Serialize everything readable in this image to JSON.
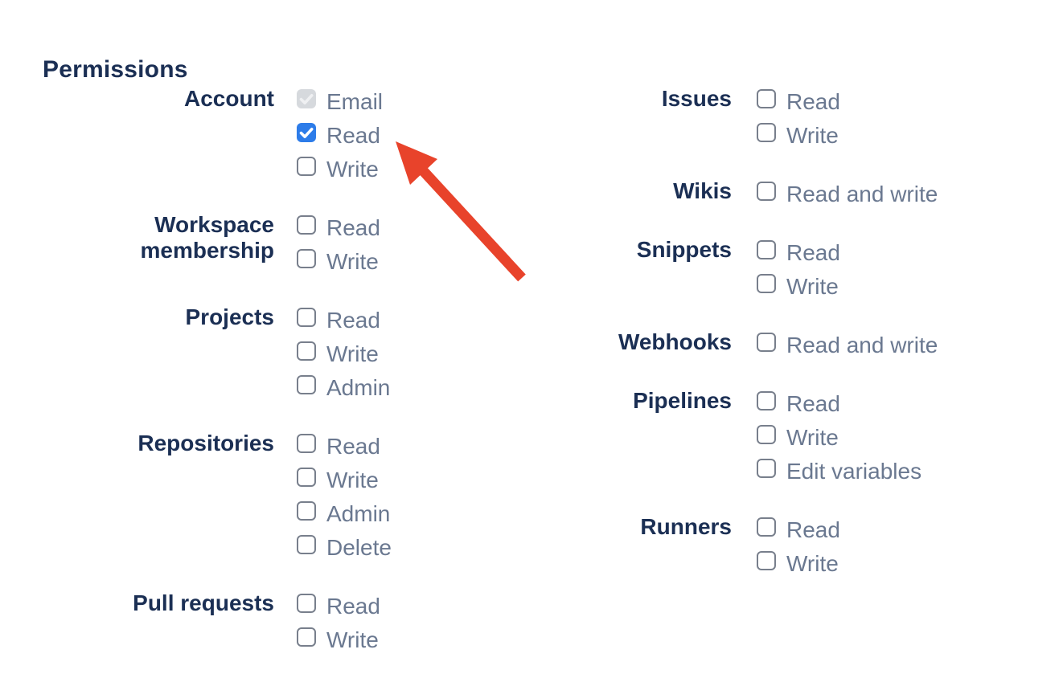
{
  "heading": "Permissions",
  "arrow": {
    "name": "red-pointer-arrow",
    "color": "#E8432B",
    "points_at": "Account Read checkbox"
  },
  "colors": {
    "heading_text": "#1B2F54",
    "group_label_text": "#1B2F54",
    "option_label_text": "#6A7890",
    "checkbox_border": "#787F8C",
    "checkbox_checked_bg": "#2D7CE9",
    "checkbox_checked_disabled_bg": "#D6D9DD",
    "checkbox_checkmark": "#FFFFFF",
    "background": "#FFFFFF"
  },
  "columns": [
    {
      "side": "left",
      "groups": [
        {
          "label": "Account",
          "options": [
            {
              "label": "Email",
              "state": "checked-disabled"
            },
            {
              "label": "Read",
              "state": "checked"
            },
            {
              "label": "Write",
              "state": "unchecked"
            }
          ]
        },
        {
          "label": "Workspace membership",
          "options": [
            {
              "label": "Read",
              "state": "unchecked"
            },
            {
              "label": "Write",
              "state": "unchecked"
            }
          ]
        },
        {
          "label": "Projects",
          "options": [
            {
              "label": "Read",
              "state": "unchecked"
            },
            {
              "label": "Write",
              "state": "unchecked"
            },
            {
              "label": "Admin",
              "state": "unchecked"
            }
          ]
        },
        {
          "label": "Repositories",
          "options": [
            {
              "label": "Read",
              "state": "unchecked"
            },
            {
              "label": "Write",
              "state": "unchecked"
            },
            {
              "label": "Admin",
              "state": "unchecked"
            },
            {
              "label": "Delete",
              "state": "unchecked"
            }
          ]
        },
        {
          "label": "Pull requests",
          "options": [
            {
              "label": "Read",
              "state": "unchecked"
            },
            {
              "label": "Write",
              "state": "unchecked"
            }
          ]
        }
      ]
    },
    {
      "side": "right",
      "groups": [
        {
          "label": "Issues",
          "options": [
            {
              "label": "Read",
              "state": "unchecked"
            },
            {
              "label": "Write",
              "state": "unchecked"
            }
          ]
        },
        {
          "label": "Wikis",
          "options": [
            {
              "label": "Read and write",
              "state": "unchecked"
            }
          ]
        },
        {
          "label": "Snippets",
          "options": [
            {
              "label": "Read",
              "state": "unchecked"
            },
            {
              "label": "Write",
              "state": "unchecked"
            }
          ]
        },
        {
          "label": "Webhooks",
          "options": [
            {
              "label": "Read and write",
              "state": "unchecked"
            }
          ]
        },
        {
          "label": "Pipelines",
          "options": [
            {
              "label": "Read",
              "state": "unchecked"
            },
            {
              "label": "Write",
              "state": "unchecked"
            },
            {
              "label": "Edit variables",
              "state": "unchecked"
            }
          ]
        },
        {
          "label": "Runners",
          "options": [
            {
              "label": "Read",
              "state": "unchecked"
            },
            {
              "label": "Write",
              "state": "unchecked"
            }
          ]
        }
      ]
    }
  ]
}
